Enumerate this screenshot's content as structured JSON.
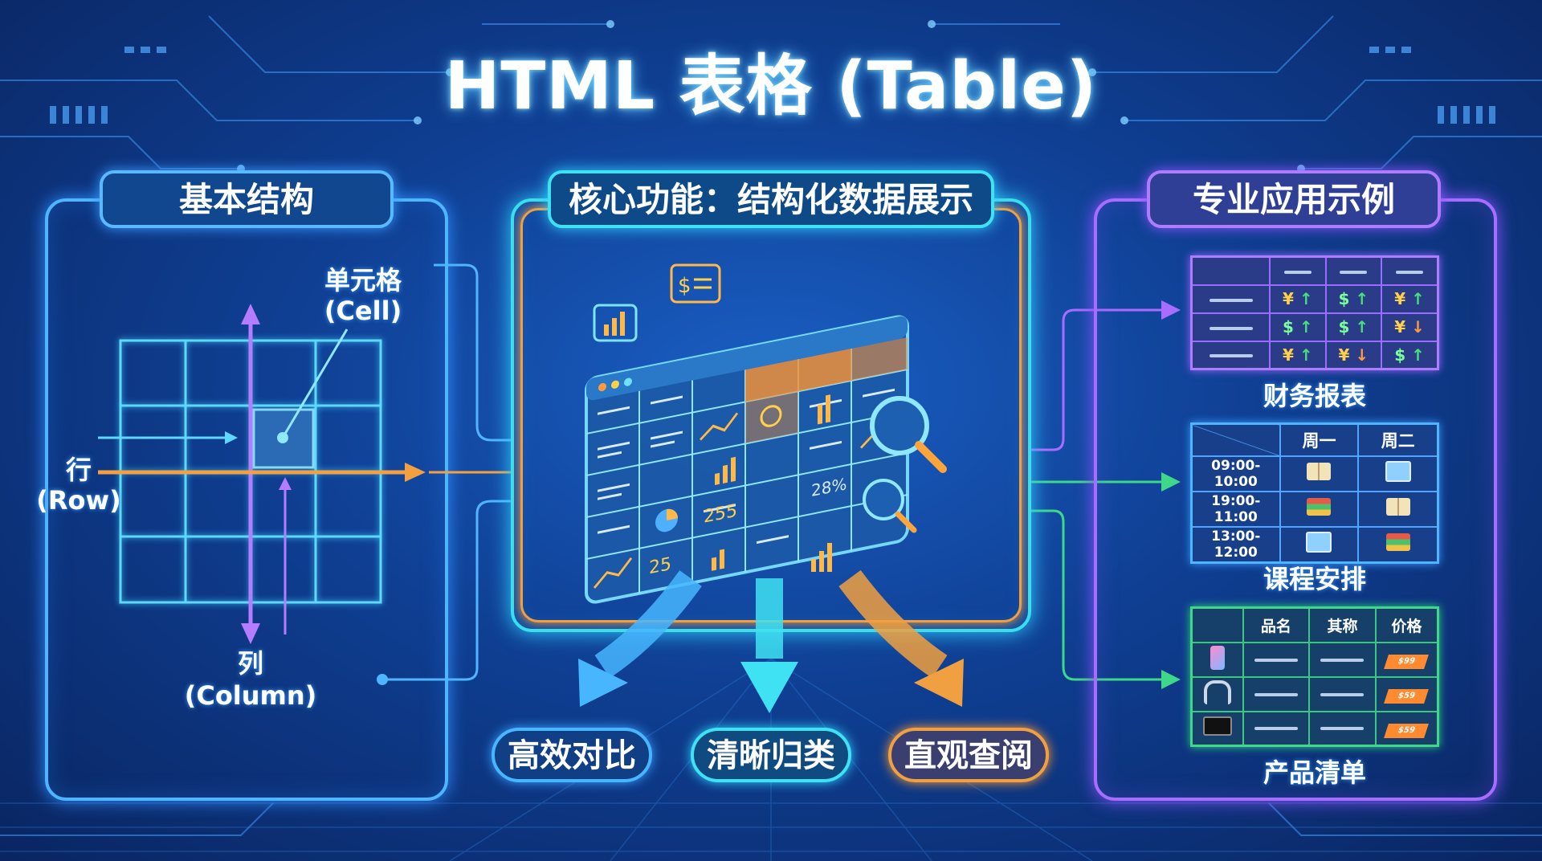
{
  "title": "HTML 表格 (Table)",
  "left_panel": {
    "header": "基本结构",
    "cell_label": [
      "单元格",
      "(Cell)"
    ],
    "row_label": [
      "行",
      "(Row)"
    ],
    "column_label": [
      "列",
      "(Column)"
    ]
  },
  "middle_panel": {
    "header": "核心功能：结构化数据展示",
    "benefits": [
      "高效对比",
      "清晰归类",
      "直观查阅"
    ],
    "chart_text": [
      "25",
      "255",
      "28%"
    ]
  },
  "right_panel": {
    "header": "专业应用示例",
    "finance": {
      "caption": "财务报表",
      "rows": [
        [
          {
            "c": "¥",
            "d": "up"
          },
          {
            "c": "$",
            "d": "up"
          },
          {
            "c": "¥",
            "d": "up"
          }
        ],
        [
          {
            "c": "$",
            "d": "up"
          },
          {
            "c": "$",
            "d": "up"
          },
          {
            "c": "¥",
            "d": "down"
          }
        ],
        [
          {
            "c": "¥",
            "d": "up"
          },
          {
            "c": "¥",
            "d": "down"
          },
          {
            "c": "$",
            "d": "up"
          }
        ]
      ]
    },
    "schedule": {
      "caption": "课程安排",
      "headers": [
        "周一",
        "周二"
      ],
      "times": [
        "09:00-10:00",
        "19:00-11:00",
        "13:00-12:00"
      ],
      "icons": [
        [
          "book-icon",
          "monitor-icon"
        ],
        [
          "books-stack-icon",
          "book-icon"
        ],
        [
          "monitor-icon",
          "books-stack-icon"
        ]
      ]
    },
    "product": {
      "caption": "产品清单",
      "headers": [
        "品名",
        "其称",
        "价格"
      ],
      "items": [
        {
          "icon": "phone-icon",
          "price": "$99"
        },
        {
          "icon": "headphones-icon",
          "price": "$59"
        },
        {
          "icon": "tv-icon",
          "price": "$59"
        }
      ]
    }
  },
  "colors": {
    "bg_dark": "#0a2561",
    "blue": "#4fb5ff",
    "cyan": "#3fe2f2",
    "orange": "#f0a040",
    "purple": "#a86cff",
    "green": "#3ed88a"
  }
}
